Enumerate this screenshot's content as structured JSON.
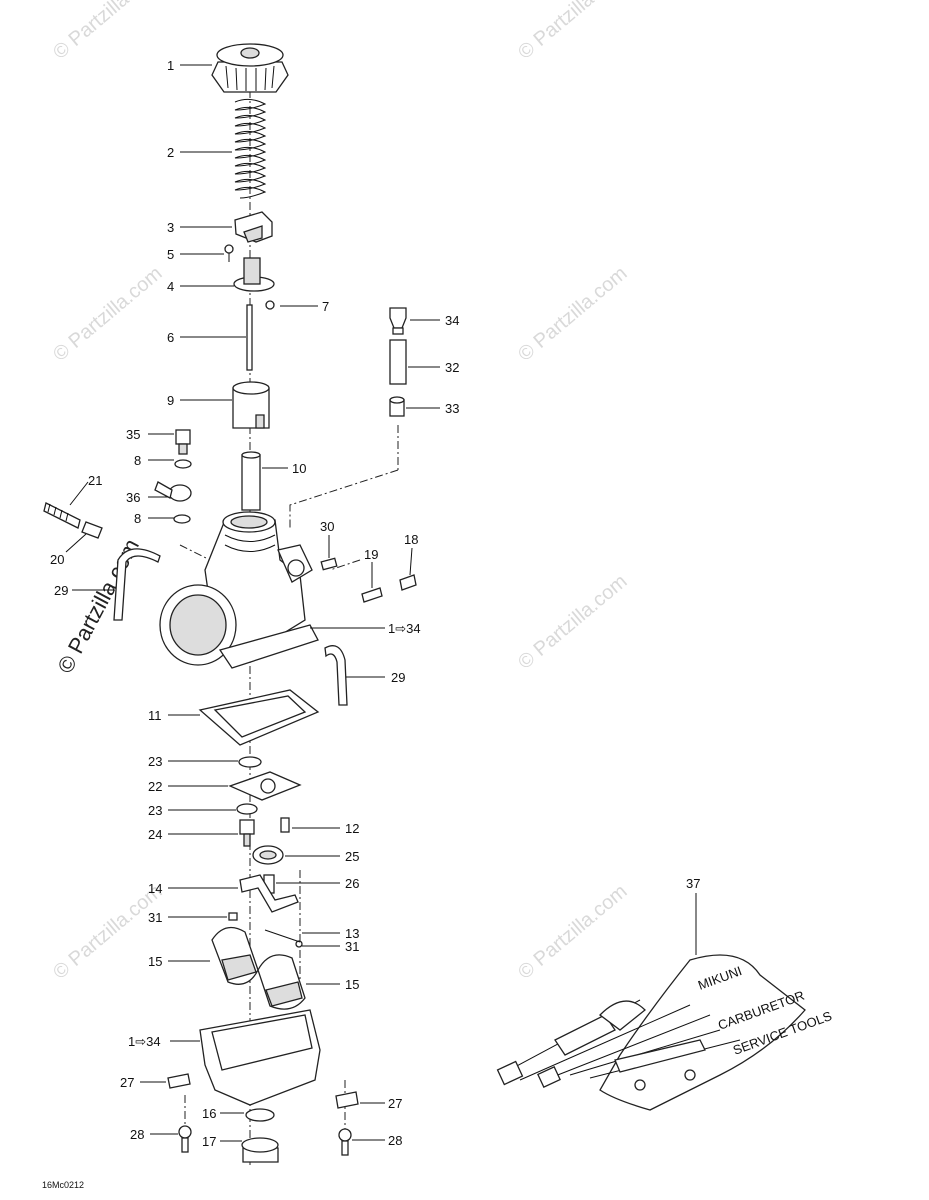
{
  "watermark": "© Partzilla.com",
  "diagram_code": "16Mc0212",
  "labels": {
    "p1": "1",
    "p2": "2",
    "p3": "3",
    "p4": "4",
    "p5": "5",
    "p6": "6",
    "p7": "7",
    "p8a": "8",
    "p8b": "8",
    "p9": "9",
    "p10": "10",
    "p11": "11",
    "p12": "12",
    "p13": "13",
    "p14": "14",
    "p15a": "15",
    "p15b": "15",
    "p16": "16",
    "p17": "17",
    "p18": "18",
    "p19": "19",
    "p20": "20",
    "p21": "21",
    "p22": "22",
    "p23a": "23",
    "p23b": "23",
    "p24": "24",
    "p25": "25",
    "p26": "26",
    "p27a": "27",
    "p27b": "27",
    "p28a": "28",
    "p28b": "28",
    "p29a": "29",
    "p29b": "29",
    "p30": "30",
    "p31a": "31",
    "p31b": "31",
    "p32": "32",
    "p33": "33",
    "p34": "34",
    "p35": "35",
    "p36": "36",
    "p37": "37",
    "range1": "1⇨34",
    "range2": "1⇨34"
  },
  "toolkit_text": [
    "MIKUNI",
    "CARBURETOR",
    "SERVICE TOOLS"
  ]
}
